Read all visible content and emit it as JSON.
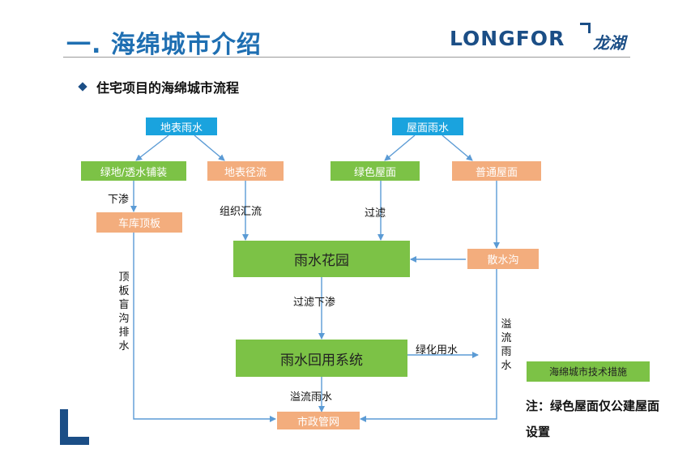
{
  "header": {
    "title": "一. 海绵城市介绍",
    "brand_en": "LONGFOR",
    "brand_cn": "龙湖"
  },
  "subtitle": "住宅项目的海绵城市流程",
  "nodes": {
    "surface_rain": "地表雨水",
    "roof_rain": "屋面雨水",
    "green_paving": "绿地/透水铺装",
    "surface_runoff": "地表径流",
    "green_roof": "绿色屋面",
    "normal_roof": "普通屋面",
    "garage_roof": "车库顶板",
    "rain_garden": "雨水花园",
    "swale": "散水沟",
    "reuse_system": "雨水回用系统",
    "municipal_network": "市政管网"
  },
  "edge_labels": {
    "infiltrate": "下渗",
    "organize_runoff": "组织汇流",
    "filter": "过滤",
    "filter_infiltrate": "过滤下渗",
    "greening_water": "绿化用水",
    "overflow": "溢流雨水",
    "roof_drain_vertical": "顶板盲沟排水",
    "overflow_vertical": "溢流雨水"
  },
  "measures_label": "海绵城市技术措施",
  "note": "注：绿色屋面仅公建屋面设置",
  "colors": {
    "title_blue": "#1f6fb2",
    "node_blue": "#1aa3de",
    "node_green": "#7cc246",
    "node_orange": "#f3ad7d",
    "arrow": "#5b9bd5"
  }
}
